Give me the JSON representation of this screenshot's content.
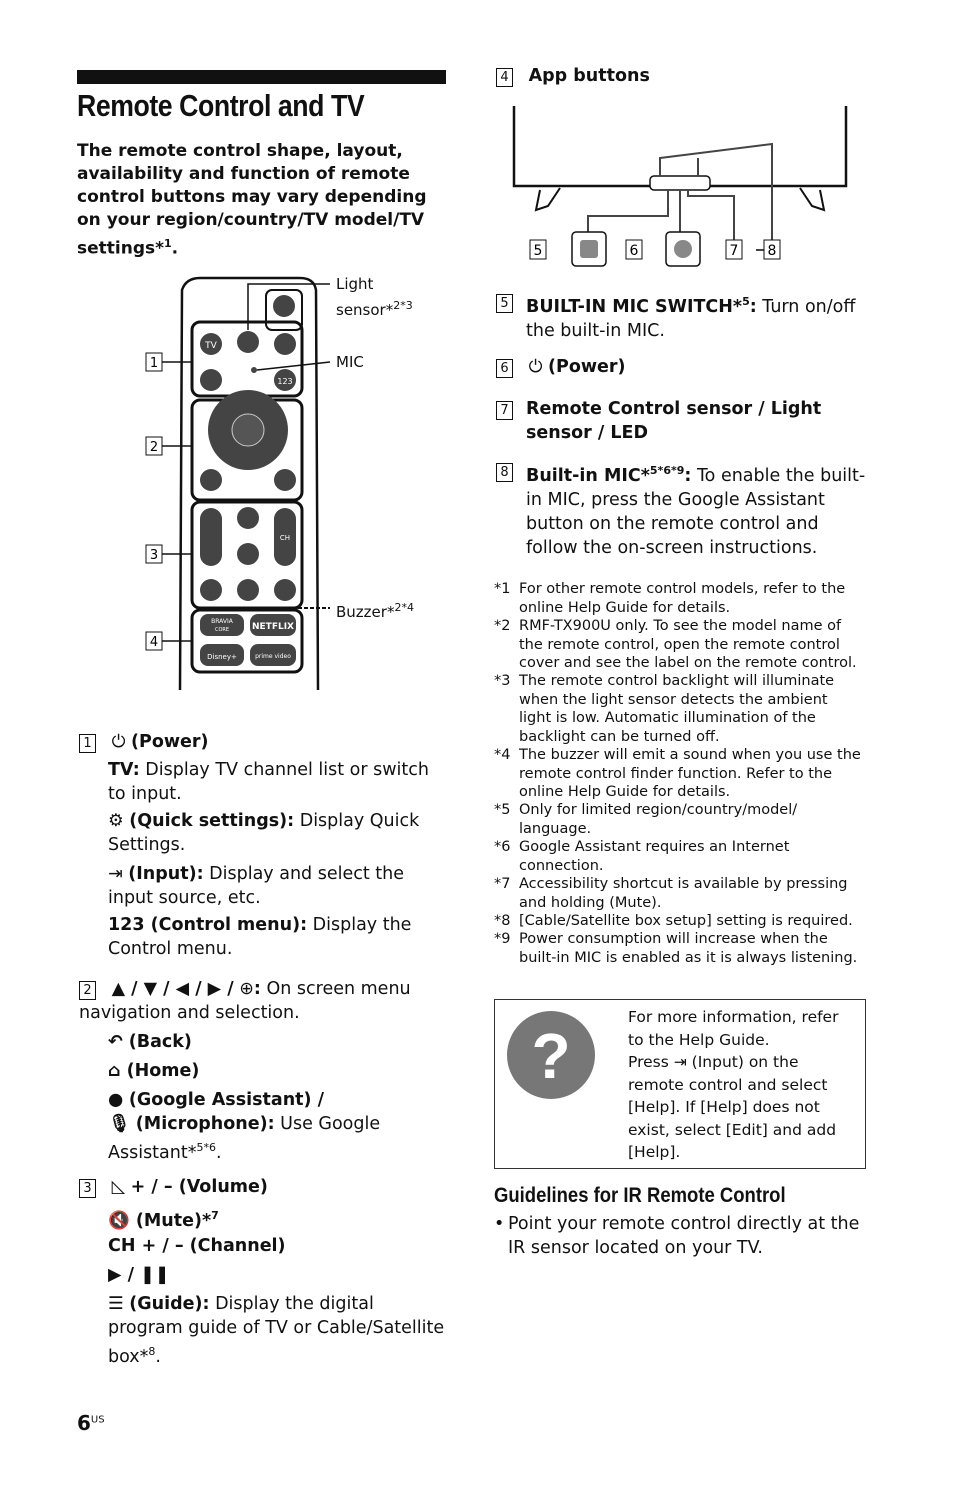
{
  "page": {
    "title": "Remote Control and TV",
    "intro": "The remote control shape, layout, availability and function of remote control buttons may vary depending on your region/country/TV model/TV settings*",
    "intro_sup": "1",
    "intro_end": ".",
    "page_number": "6",
    "page_suffix": "US"
  },
  "remote": {
    "callouts": {
      "c1": "1",
      "c2": "2",
      "c3": "3",
      "c4": "4",
      "light_sensor": "Light",
      "light_sensor2": "sensor*",
      "light_sensor_sup": "2*3",
      "mic": "MIC",
      "buzzer": "Buzzer*",
      "buzzer_sup": "2*4"
    },
    "buttons": {
      "tv": "TV",
      "num123": "123",
      "ch": "CH",
      "bravia": "BRAVIA",
      "core": "CORE",
      "netflix": "NETFLIX",
      "disney": "Disney+",
      "prime": "prime video"
    }
  },
  "sections": {
    "s1": {
      "num": "1",
      "power_label": "(Power)",
      "tv_bold": "TV:",
      "tv_text": "Display TV channel list or switch to input.",
      "qs_bold": "(Quick settings):",
      "qs_text": "Display Quick Settings.",
      "input_bold": "(Input):",
      "input_text": "Display and select the input source, etc.",
      "cm_bold": "123 (Control menu):",
      "cm_text": "Display the Control menu."
    },
    "s2": {
      "num": "2",
      "arrows": "▲ / ▼ / ◀ / ▶ /",
      "colon": ":",
      "arrows_text": "On screen menu navigation and selection.",
      "back": "(Back)",
      "home": "(Home)",
      "ga": "(Google Assistant) /",
      "mic_bold": "(Microphone):",
      "mic_text": "Use Google Assistant*",
      "mic_sup": "5*6",
      "mic_end": "."
    },
    "s3": {
      "num": "3",
      "volume": "+ / – (Volume)",
      "mute": "(Mute)*",
      "mute_sup": "7",
      "channel": "CH + / – (Channel)",
      "playpause": "/",
      "guide_bold": "(Guide):",
      "guide_text": "Display the digital program guide of TV or Cable/Satellite box*",
      "guide_sup": "8",
      "guide_end": "."
    },
    "s4": {
      "num": "4",
      "title": "App buttons"
    },
    "tv_callouts": {
      "c5": "5",
      "c6": "6",
      "c7": "7",
      "c8": "8"
    },
    "s5": {
      "num": "5",
      "bold": "BUILT-IN MIC SWITCH*",
      "sup": "5",
      "colon": ":",
      "text": "Turn on/off the built-in MIC."
    },
    "s6": {
      "num": "6",
      "label": "(Power)"
    },
    "s7": {
      "num": "7",
      "label": "Remote Control sensor / Light sensor / LED"
    },
    "s8": {
      "num": "8",
      "bold": "Built-in MIC*",
      "sup": "5*6*9",
      "colon": ":",
      "text": "To enable the built-in MIC, press the Google Assistant button on the remote control and follow the on-screen instructions."
    }
  },
  "footnotes": [
    {
      "k": "*1",
      "t": "For other remote control models, refer to the online Help Guide for details."
    },
    {
      "k": "*2",
      "t": "RMF-TX900U only. To see the model name of the remote control, open the remote control cover and see the label on the remote control."
    },
    {
      "k": "*3",
      "t": "The remote control backlight will illuminate when the light sensor detects the ambient light is low. Automatic illumination of the backlight can be turned off."
    },
    {
      "k": "*4",
      "t": "The buzzer will emit a sound when you use the remote control finder function. Refer to the online Help Guide for details."
    },
    {
      "k": "*5",
      "t": "Only for limited region/country/model/ language."
    },
    {
      "k": "*6",
      "t": "Google Assistant requires an Internet connection."
    },
    {
      "k": "*7",
      "t": "Accessibility shortcut is available by pressing and holding (Mute)."
    },
    {
      "k": "*8",
      "t": "[Cable/Satellite box setup] setting is required."
    },
    {
      "k": "*9",
      "t": "Power consumption will increase when the built-in MIC is enabled as it is always listening."
    }
  ],
  "info": {
    "l1": "For more information, refer to the Help Guide.",
    "l2a": "Press",
    "l2b": "(Input) on the remote control and select [Help]. If [Help] does not exist, select [Edit] and add [Help]."
  },
  "guidelines": {
    "title": "Guidelines for IR Remote Control",
    "bullet": "Point your remote control directly at the IR sensor located on your TV."
  }
}
